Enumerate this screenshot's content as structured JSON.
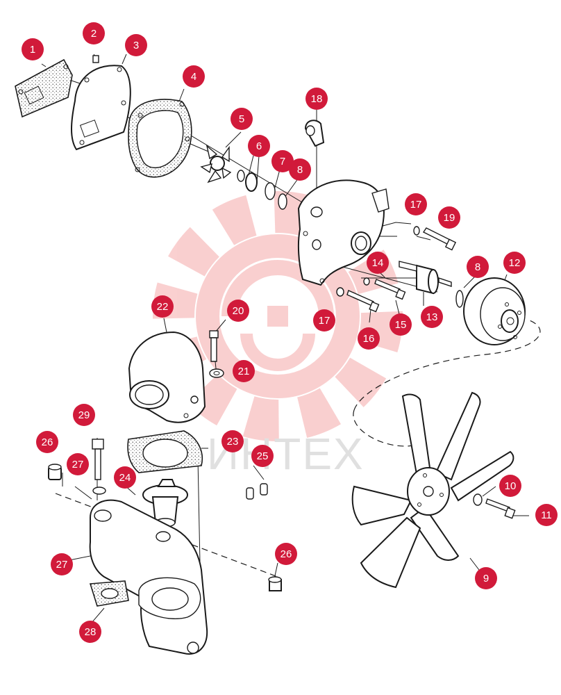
{
  "watermark": {
    "text": "ИНТЕХ",
    "color": "#f5a9a9"
  },
  "callout_color": "#d11a3a",
  "callouts": [
    {
      "id": "c1",
      "label": "1"
    },
    {
      "id": "c2",
      "label": "2"
    },
    {
      "id": "c3",
      "label": "3"
    },
    {
      "id": "c4",
      "label": "4"
    },
    {
      "id": "c5",
      "label": "5"
    },
    {
      "id": "c6",
      "label": "6"
    },
    {
      "id": "c7",
      "label": "7"
    },
    {
      "id": "c8a",
      "label": "8"
    },
    {
      "id": "c18",
      "label": "18"
    },
    {
      "id": "c17a",
      "label": "17"
    },
    {
      "id": "c19",
      "label": "19"
    },
    {
      "id": "c8b",
      "label": "8"
    },
    {
      "id": "c12",
      "label": "12"
    },
    {
      "id": "c14",
      "label": "14"
    },
    {
      "id": "c13",
      "label": "13"
    },
    {
      "id": "c15",
      "label": "15"
    },
    {
      "id": "c16",
      "label": "16"
    },
    {
      "id": "c17b",
      "label": "17"
    },
    {
      "id": "c22",
      "label": "22"
    },
    {
      "id": "c20",
      "label": "20"
    },
    {
      "id": "c21",
      "label": "21"
    },
    {
      "id": "c29",
      "label": "29"
    },
    {
      "id": "c26a",
      "label": "26"
    },
    {
      "id": "c27a",
      "label": "27"
    },
    {
      "id": "c24",
      "label": "24"
    },
    {
      "id": "c23",
      "label": "23"
    },
    {
      "id": "c25",
      "label": "25"
    },
    {
      "id": "c10",
      "label": "10"
    },
    {
      "id": "c11",
      "label": "11"
    },
    {
      "id": "c26b",
      "label": "26"
    },
    {
      "id": "c27b",
      "label": "27"
    },
    {
      "id": "c28",
      "label": "28"
    },
    {
      "id": "c9",
      "label": "9"
    }
  ]
}
